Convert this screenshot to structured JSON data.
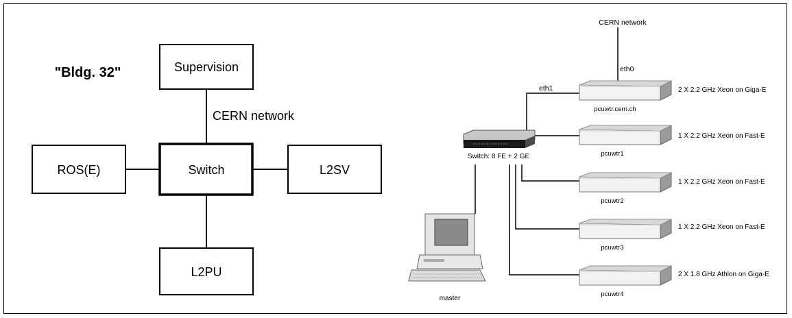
{
  "left_diagram": {
    "site_label": "\"Bldg. 32\"",
    "boxes": {
      "supervision": "Supervision",
      "switch": "Switch",
      "ros": "ROS(E)",
      "l2sv": "L2SV",
      "l2pu": "L2PU"
    },
    "network_label": "CERN network"
  },
  "right_diagram": {
    "network_label": "CERN network",
    "eth0_label": "eth0",
    "eth1_label": "eth1",
    "switch_label": "Switch: 8 FE + 2 GE",
    "master_label": "master",
    "servers": [
      {
        "name": "pcuwtr.cern.ch",
        "spec": "2 X 2.2 GHz  Xeon on Giga-E"
      },
      {
        "name": "pcuwtr1",
        "spec": "1 X 2.2 GHz  Xeon on Fast-E"
      },
      {
        "name": "pcuwtr2",
        "spec": "1 X 2.2 GHz  Xeon on Fast-E"
      },
      {
        "name": "pcuwtr3",
        "spec": "1 X 2.2 GHz  Xeon on Fast-E"
      },
      {
        "name": "pcuwtr4",
        "spec": "2 X 1.8 GHz  Athlon on Giga-E"
      }
    ]
  }
}
